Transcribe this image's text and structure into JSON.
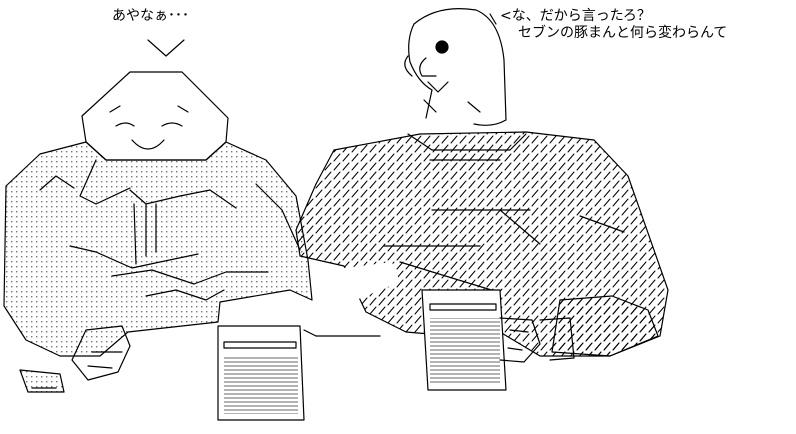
{
  "speech": {
    "left": "あやなぁ･･･",
    "right": [
      "<な、だから言ったろ？",
      "セブンの豚まんと何ら変わらんて"
    ]
  },
  "art": {
    "ink_color": "#000000",
    "dot_color": "#777777",
    "figures": [
      "apology-bear",
      "yaruo-bearded-man"
    ]
  }
}
